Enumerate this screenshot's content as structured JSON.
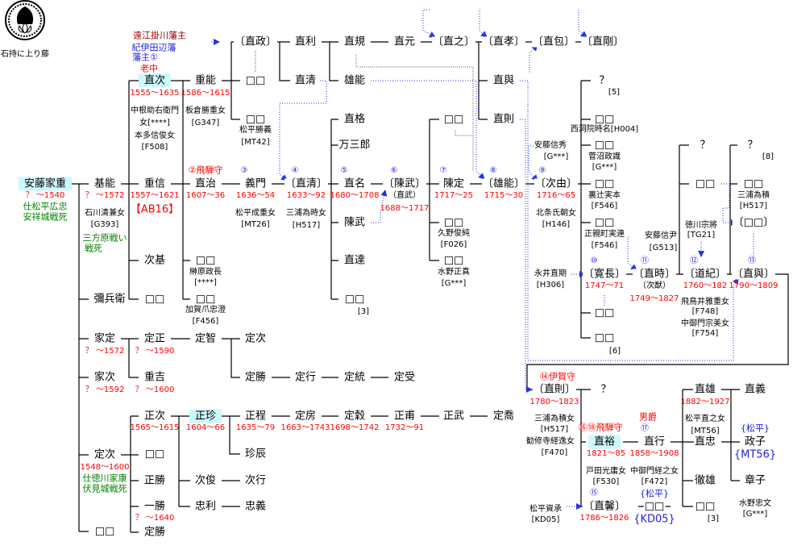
{
  "crest": {
    "name": "石持に上り藤"
  },
  "colors": {
    "lifespan": "#ff0000",
    "highlight": "#ccf8fc",
    "note_green": "#008000",
    "link_blue": "#2222dd",
    "title_darkred": "#990000"
  },
  "nodes": [
    "石持に上り藤",
    "安藤家重",
    "？ ～1540",
    "仕松平広忠",
    "安祥城戦死",
    "基能",
    "？ ～1572",
    "石川清兼女",
    "[G393]",
    "三方原戦い",
    "戦死",
    "彌兵衛",
    "家定",
    "？ ～1572",
    "家次",
    "？ ～1592",
    "定次",
    "1548～1600",
    "仕徳川家康",
    "伏見城戦死",
    "□□",
    "遠江掛川藩主",
    "紀伊田辺藩",
    "藩主①",
    "老中",
    "直次",
    "1555～1635",
    "中根助右衛門",
    "女[****]",
    "本多信俊女",
    "[F508]",
    "重信",
    "1557～1621",
    "【AB16】",
    "次基",
    "□□",
    "定正",
    "？ ～1590",
    "重吉",
    "？ ～1600",
    "正次",
    "1565～1615",
    "□□",
    "正勝",
    "一勝",
    "？ ～1640",
    "定勝",
    "重能",
    "1586～1615",
    "板倉勝重女",
    "[G347]",
    "②飛騨守",
    "直治",
    "1607～36",
    "□□",
    "榊原政長",
    "[****]",
    "□□",
    "加賀爪忠澄",
    "[F456]",
    "定智",
    "正珍",
    "1604～66",
    "次俊",
    "忠利",
    "〔直政〕",
    "□□",
    "□□",
    "松平勝義",
    "[MT42]",
    "③",
    "義門",
    "1636～54",
    "松平成重女",
    "[MT26]",
    "定次",
    "定勝",
    "正程",
    "1635～79",
    "珍辰",
    "次行",
    "忠義",
    "直利",
    "直清",
    "④",
    "〔直清〕",
    "1633～92",
    "三浦為時女",
    "[H517]",
    "定行",
    "定房",
    "1663～1743",
    "直規",
    "雄能",
    "直格",
    "万三郎",
    "⑤",
    "直名",
    "1680～1708",
    "陳武",
    "直達",
    "□□",
    "[3]",
    "定統",
    "定穀",
    "1698～1742",
    "直元",
    "⑥",
    "〔陳武〕",
    "（直武）",
    "1688～1717",
    "定受",
    "正甫",
    "1732～91",
    "〔直之〕",
    "□□",
    "⑦",
    "陳定",
    "1717～25",
    "□□",
    "久野俊純",
    "[F026]",
    "□□",
    "水野正真",
    "[G***]",
    "正武",
    "〔直孝〕",
    "直與",
    "直則",
    "⑧",
    "〔雄能〕",
    "1715～30",
    "定喬",
    "〔直包〕",
    "〔直剛〕",
    "安藤信秀",
    "[G***]",
    "⑨",
    "〔次由〕",
    "1716～65",
    "北条氏朝女",
    "[H146]",
    "永井直期",
    "[H306]",
    "？",
    "[5]",
    "□□",
    "西洞院時名[H004]",
    "□□",
    "菅沼政識",
    "[G***]",
    "□□",
    "裏辻実本",
    "[F546]",
    "□□",
    "正親町実連",
    "[F546]",
    "⑩",
    "〔寛長〕",
    "1747～71",
    "□□",
    "□□",
    "[6]",
    "安藤信尹",
    "[G513]",
    "⑪",
    "〔直時〕",
    "（次猷）",
    "1749～1827",
    "？",
    "□□",
    "徳川宗將",
    "[TG21]",
    "⑫",
    "〔道紀〕",
    "1760～182",
    "飛鳥井雅重女",
    "[F748]",
    "中御門宗美女",
    "[F754]",
    "？",
    "[8]",
    "□□",
    "三浦為積",
    "[H517]",
    "〔□□〕",
    "⑬",
    "〔直與〕",
    "1790～1809",
    "⑭伊賀守",
    "〔直則〕",
    "1780～1823",
    "三浦為積女",
    "[H517]",
    "勧修寺経逸女",
    "[F470]",
    "？",
    "⑯⑱飛騨守",
    "直裕",
    "1821～85",
    "戸田光庸女",
    "[F530]",
    "⑮",
    "〔直馨〕",
    "1786～1826",
    "松平資承",
    "[KD05]",
    "男爵",
    "⑰",
    "直行",
    "1858～1908",
    "中御門経之女",
    "[F472]",
    "{松平}",
    "□□",
    "{KD05}",
    "直雄",
    "1882～1927",
    "松平直之女",
    "[MT56]",
    "直忠",
    "徹雄",
    "□□",
    "[3]",
    "直義",
    "{松平}",
    "政子",
    "{MT56}",
    "章子",
    "水野忠文",
    "[G***]"
  ]
}
